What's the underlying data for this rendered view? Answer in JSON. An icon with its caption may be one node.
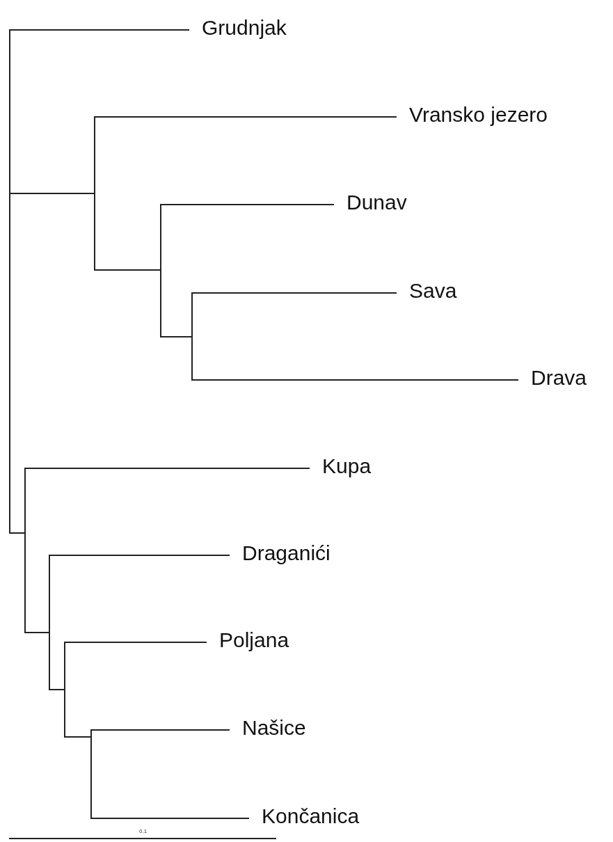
{
  "diagram": {
    "nodes": [
      {
        "text": [],
        "shape": "bar"
      },
      {
        "text": [
          "Grudnjak"
        ]
      },
      {
        "text": [],
        "shape": "bar"
      },
      {
        "text": [
          "Vransko jezero"
        ]
      },
      {
        "text": [],
        "shape": "bar"
      },
      {
        "text": [
          "Dunav"
        ]
      },
      {
        "text": [],
        "shape": "bar"
      },
      {
        "text": [
          "Sava"
        ]
      },
      {
        "text": [
          "Drava"
        ]
      },
      {
        "text": [],
        "shape": "bar"
      },
      {
        "text": [
          "Kupa"
        ]
      },
      {
        "text": [],
        "shape": "bar"
      },
      {
        "text": [
          "Draganići"
        ]
      },
      {
        "text": [],
        "shape": "bar"
      },
      {
        "text": [
          "Poljana"
        ]
      },
      {
        "text": [],
        "shape": "bar"
      },
      {
        "text": [
          "Našice"
        ]
      },
      {
        "text": [
          "Končanica"
        ]
      }
    ],
    "edges": [
      {
        "from": 0,
        "to": 1,
        "arrow": "none"
      },
      {
        "from": 0,
        "to": 2,
        "arrow": "none"
      },
      {
        "from": 0,
        "to": 9,
        "arrow": "none"
      },
      {
        "from": 2,
        "to": 3,
        "arrow": "none"
      },
      {
        "from": 2,
        "to": 4,
        "arrow": "none"
      },
      {
        "from": 4,
        "to": 5,
        "arrow": "none"
      },
      {
        "from": 4,
        "to": 6,
        "arrow": "none"
      },
      {
        "from": 6,
        "to": 7,
        "arrow": "none"
      },
      {
        "from": 6,
        "to": 8,
        "arrow": "none"
      },
      {
        "from": 9,
        "to": 10,
        "arrow": "none"
      },
      {
        "from": 9,
        "to": 11,
        "arrow": "none"
      },
      {
        "from": 11,
        "to": 12,
        "arrow": "none"
      },
      {
        "from": 11,
        "to": 13,
        "arrow": "none"
      },
      {
        "from": 13,
        "to": 14,
        "arrow": "none"
      },
      {
        "from": 13,
        "to": 15,
        "arrow": "none"
      },
      {
        "from": 15,
        "to": 16,
        "arrow": "none"
      },
      {
        "from": 15,
        "to": 17,
        "arrow": "none"
      }
    ],
    "labels": [
      "0.1"
    ]
  }
}
